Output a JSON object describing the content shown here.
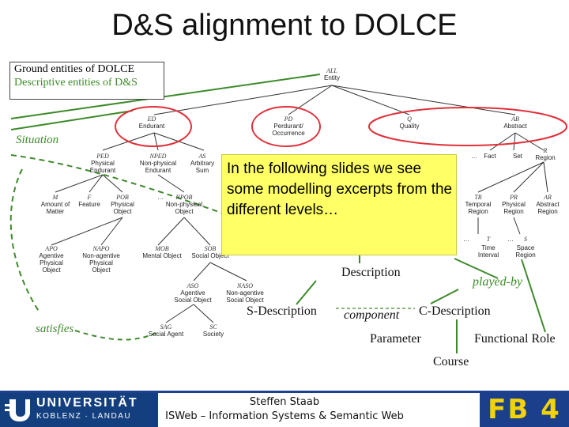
{
  "slide": {
    "title": "D&S alignment to DOLCE",
    "callout": "In the following slides we see some modelling excerpts from the different levels…"
  },
  "legend": {
    "ground": "Ground entities of DOLCE",
    "descriptive": "Descriptive entities of D&S"
  },
  "annotations": {
    "situation": "Situation",
    "satisfies": "satisfies",
    "played_by": "played-by",
    "component": "component"
  },
  "ds": {
    "description": "Description",
    "s_description": "S-Description",
    "c_description": "C-Description",
    "parameter": "Parameter",
    "functional_role": "Functional Role",
    "course": "Course"
  },
  "taxonomy": {
    "entity": {
      "abbr": "ALL",
      "label": "Entity"
    },
    "endurant": {
      "abbr": "ED",
      "label": "Endurant"
    },
    "perdurant": {
      "abbr": "PD",
      "label": "Perdurant/",
      "label2": "Occurrence"
    },
    "quality": {
      "abbr": "Q",
      "label": "Quality"
    },
    "abstract": {
      "abbr": "AB",
      "label": "Abstract"
    },
    "ped": {
      "abbr": "PED",
      "label": "Physical",
      "label2": "Endurant"
    },
    "nped": {
      "abbr": "NPED",
      "label": "Non-physical",
      "label2": "Endurant"
    },
    "as": {
      "abbr": "AS",
      "label": "Arbitrary",
      "label2": "Sum"
    },
    "fact": {
      "label": "Fact"
    },
    "set": {
      "label": "Set"
    },
    "region": {
      "abbr": "R",
      "label": "Region"
    },
    "m": {
      "abbr": "M",
      "label": "Amount of",
      "label2": "Matter"
    },
    "f": {
      "abbr": "F",
      "label": "Feature"
    },
    "pob": {
      "abbr": "POB",
      "label": "Physical",
      "label2": "Object"
    },
    "npob": {
      "abbr": "NPOB",
      "label": "Non-physical",
      "label2": "Object"
    },
    "tr": {
      "abbr": "TR",
      "label": "Temporal",
      "label2": "Region"
    },
    "pr": {
      "abbr": "PR",
      "label": "Physical",
      "label2": "Region"
    },
    "ar": {
      "abbr": "AR",
      "label": "Abstract",
      "label2": "Region"
    },
    "apo": {
      "abbr": "APO",
      "label": "Agentive",
      "label2": "Physical",
      "label3": "Object"
    },
    "napo": {
      "abbr": "NAPO",
      "label": "Non-agentive",
      "label2": "Physical",
      "label3": "Object"
    },
    "mob": {
      "abbr": "MOB",
      "label": "Mental Object"
    },
    "sob": {
      "abbr": "SOB",
      "label": "Social Object"
    },
    "time_interval": {
      "abbr": "T",
      "label": "Time",
      "label2": "Interval"
    },
    "space_region": {
      "abbr": "S",
      "label": "Space",
      "label2": "Region"
    },
    "aso": {
      "abbr": "ASO",
      "label": "Agentive",
      "label2": "Social Object"
    },
    "naso": {
      "abbr": "NASO",
      "label": "Non-agentive",
      "label2": "Social Object"
    },
    "sag": {
      "abbr": "SAG",
      "label": "Social Agent"
    },
    "sc": {
      "abbr": "SC",
      "label": "Society"
    },
    "ellipsis": "…"
  },
  "footer": {
    "author": "Steffen Staab",
    "group": "ISWeb – Information Systems & Semantic Web",
    "university": "UNIVERSITÄT",
    "university_sub": "KOBLENZ · LANDAU",
    "fb": "FB 4"
  },
  "colors": {
    "green": "#3d8a2a",
    "red_highlight": "#e0303a",
    "callout_fill": "#ffff66",
    "footer_blue": "#143f7f",
    "fb_yellow": "#f3d20c"
  }
}
